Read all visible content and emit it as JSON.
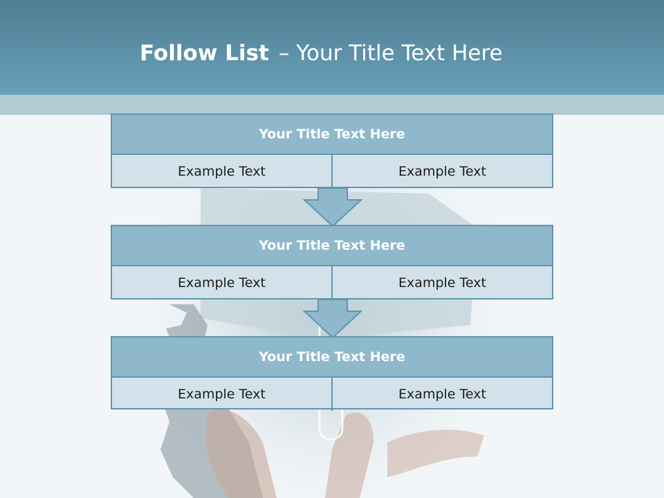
{
  "slide": {
    "title_bold": "Follow List",
    "title_rest": "– Your Title Text Here"
  },
  "boxes": [
    {
      "title": "Your Title Text Here",
      "left": "Example Text",
      "right": "Example Text"
    },
    {
      "title": "Your Title Text Here",
      "left": "Example Text",
      "right": "Example Text"
    },
    {
      "title": "Your Title Text Here",
      "left": "Example Text",
      "right": "Example Text"
    }
  ],
  "colors": {
    "header": "#5f93a9",
    "box_title": "#8fb8cb",
    "box_cell": "#d3e2ea",
    "border": "#5f96ad"
  }
}
